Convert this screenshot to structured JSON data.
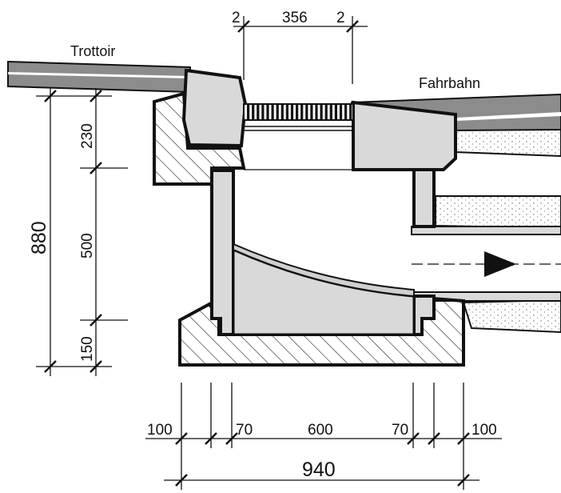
{
  "labels": {
    "trottoir": "Trottoir",
    "fahrbahn": "Fahrbahn"
  },
  "dimensions": {
    "top_left_gap": "2",
    "grate_width": "356",
    "top_right_gap": "2",
    "total_height": "880",
    "upper_height": "230",
    "middle_height": "500",
    "lower_height": "150",
    "bottom_left_wall": "100",
    "left_inner_wall": "70",
    "inner_width": "600",
    "right_inner_wall": "70",
    "bottom_right_wall": "100",
    "total_width": "940"
  },
  "colors": {
    "concrete": "#d9d9d9",
    "road_surface": "#8c8c8c",
    "outline": "#111111",
    "sand_dots": "#666666"
  }
}
